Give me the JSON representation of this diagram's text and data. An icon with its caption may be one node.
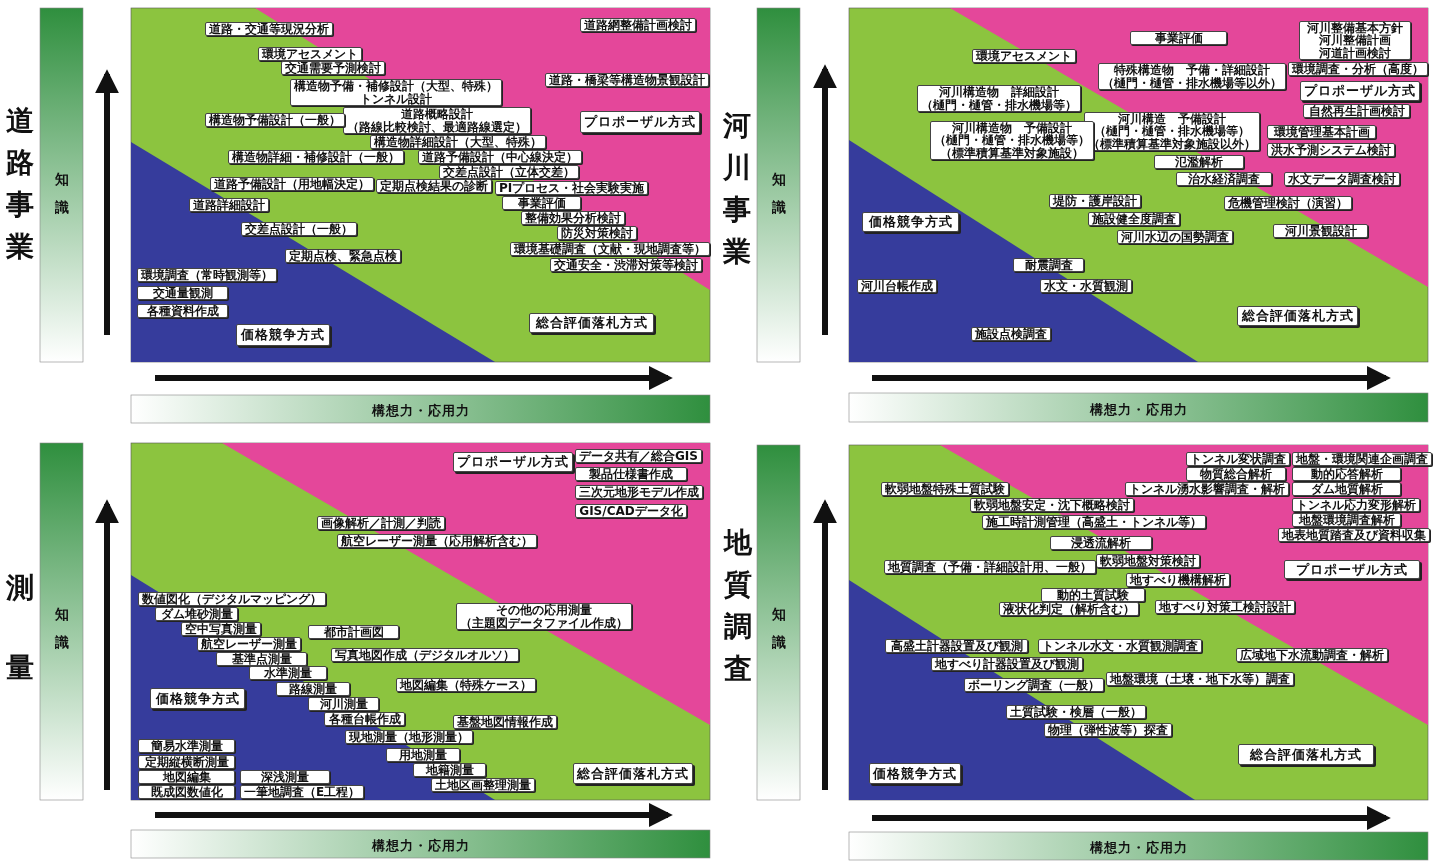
{
  "diagram": {
    "nodes": [
      {
        "text": [
          "道路・交通等現況分析"
        ]
      },
      {
        "text": [
          "道路網整備計画検討"
        ]
      },
      {
        "text": [
          "環境アセスメント"
        ]
      },
      {
        "text": [
          "交通需要予測検討"
        ]
      },
      {
        "text": [
          "道路・橋梁等構造物景観設計"
        ]
      },
      {
        "text": [
          "構造物予備・補修設計（大型、特殊）トンネル設計"
        ]
      },
      {
        "text": [
          "道路概略設計（路線比較検討、最適路線選定）"
        ]
      },
      {
        "text": [
          "構造物予備設計（一般）"
        ]
      },
      {
        "text": [
          "プロポーザル方式"
        ]
      },
      {
        "text": [
          "構造物詳細設計（大型、特殊）"
        ]
      },
      {
        "text": [
          "構造物詳細・補修設計（一般）"
        ]
      },
      {
        "text": [
          "道路予備設計（中心線決定）"
        ]
      },
      {
        "text": [
          "交差点設計（立体交差）"
        ]
      },
      {
        "text": [
          "PIプロセス・社会実験実施"
        ]
      },
      {
        "text": [
          "道路予備設計（用地幅決定）"
        ]
      },
      {
        "text": [
          "定期点検結果の診断"
        ]
      },
      {
        "text": [
          "事業評価"
        ]
      },
      {
        "text": [
          "道路詳細設計"
        ]
      },
      {
        "text": [
          "整備効果分析検討"
        ]
      },
      {
        "text": [
          "防災対策検討"
        ]
      },
      {
        "text": [
          "交差点設計（一般）"
        ]
      },
      {
        "text": [
          "環境基礎調査（文献・現地調査等）"
        ]
      },
      {
        "text": [
          "定期点検、緊急点検"
        ]
      },
      {
        "text": [
          "交通安全・渋滞対策等検討"
        ]
      },
      {
        "text": [
          "環境調査（常時観測等）"
        ]
      },
      {
        "text": [
          "交通量観測"
        ]
      },
      {
        "text": [
          "各種資料作成"
        ]
      },
      {
        "text": [
          "総合評価落札方式"
        ]
      },
      {
        "text": [
          "価格競争方式"
        ]
      },
      {
        "text": [
          "事業評価"
        ]
      },
      {
        "text": [
          "河川整備基本方針河川整備計画河道計画検討"
        ]
      },
      {
        "text": [
          "環境アセスメント"
        ]
      },
      {
        "text": [
          "環境調査・分析（高度）"
        ]
      },
      {
        "text": [
          "特殊構造物　予備・詳細設計（樋門・樋管・排水機場等以外）"
        ]
      },
      {
        "text": [
          "プロポーザル方式"
        ]
      },
      {
        "text": [
          "河川構造物　詳細設計（樋門・樋管・排水機場等）"
        ]
      },
      {
        "text": [
          "自然再生計画検討"
        ]
      },
      {
        "text": [
          "河川構造　予備設計（樋門・樋管・排水機場等）（標準積算基準対象施設以外）"
        ]
      },
      {
        "text": [
          "河川構造物　予備設計（樋門・樋管・排水機場等）（標準積算基準対象施設）"
        ]
      },
      {
        "text": [
          "環境管理基本計画"
        ]
      },
      {
        "text": [
          "洪水予測システム検討"
        ]
      },
      {
        "text": [
          "氾濫解析"
        ]
      },
      {
        "text": [
          "治水経済調査"
        ]
      },
      {
        "text": [
          "水文データ調査検討"
        ]
      },
      {
        "text": [
          "堤防・護岸設計"
        ]
      },
      {
        "text": [
          "危機管理検討（演習）"
        ]
      },
      {
        "text": [
          "施設健全度調査"
        ]
      },
      {
        "text": [
          "価格競争方式"
        ]
      },
      {
        "text": [
          "河川景観設計"
        ]
      },
      {
        "text": [
          "河川水辺の国勢調査"
        ]
      },
      {
        "text": [
          "耐震調査"
        ]
      },
      {
        "text": [
          "河川台帳作成"
        ]
      },
      {
        "text": [
          "水文・水質観測"
        ]
      },
      {
        "text": [
          "総合評価落札方式"
        ]
      },
      {
        "text": [
          "施設点検調査"
        ]
      },
      {
        "text": [
          "データ共有／総合GIS"
        ]
      },
      {
        "text": [
          "プロポーザル方式"
        ]
      },
      {
        "text": [
          "製品仕様書作成"
        ]
      },
      {
        "text": [
          "三次元地形モデル作成"
        ]
      },
      {
        "text": [
          "GIS/CADデータ化"
        ]
      },
      {
        "text": [
          "画像解析／計測／判読"
        ]
      },
      {
        "text": [
          "航空レーザー測量（応用解析含む）"
        ]
      },
      {
        "text": [
          "数値図化（デジタルマッピング）"
        ]
      },
      {
        "text": [
          "その他の応用測量（主題図データファイル作成）"
        ]
      },
      {
        "text": [
          "ダム堆砂測量"
        ]
      },
      {
        "text": [
          "空中写真測量"
        ]
      },
      {
        "text": [
          "都市計画図"
        ]
      },
      {
        "text": [
          "航空レーザー測量"
        ]
      },
      {
        "text": [
          "写真地図作成（デジタルオルソ）"
        ]
      },
      {
        "text": [
          "基準点測量"
        ]
      },
      {
        "text": [
          "水準測量"
        ]
      },
      {
        "text": [
          "地図編集（特殊ケース）"
        ]
      },
      {
        "text": [
          "路線測量"
        ]
      },
      {
        "text": [
          "価格競争方式"
        ]
      },
      {
        "text": [
          "河川測量"
        ]
      },
      {
        "text": [
          "各種台帳作成"
        ]
      },
      {
        "text": [
          "基盤地図情報作成"
        ]
      },
      {
        "text": [
          "現地測量（地形測量）"
        ]
      },
      {
        "text": [
          "簡易水準測量"
        ]
      },
      {
        "text": [
          "用地測量"
        ]
      },
      {
        "text": [
          "定期縦横断測量"
        ]
      },
      {
        "text": [
          "地籍測量"
        ]
      },
      {
        "text": [
          "総合評価落札方式"
        ]
      },
      {
        "text": [
          "地図編集"
        ]
      },
      {
        "text": [
          "深浅測量"
        ]
      },
      {
        "text": [
          "土地区画整理測量"
        ]
      },
      {
        "text": [
          "既成図数値化"
        ]
      },
      {
        "text": [
          "一筆地調査（E工程）"
        ]
      },
      {
        "text": [
          "トンネル変状調査"
        ]
      },
      {
        "text": [
          "地盤・環境関連企画調査"
        ]
      },
      {
        "text": [
          "物質総合解析"
        ]
      },
      {
        "text": [
          "動的応答解析"
        ]
      },
      {
        "text": [
          "軟弱地盤特殊土質試験"
        ]
      },
      {
        "text": [
          "トンネル湧水影響調査・解析"
        ]
      },
      {
        "text": [
          "ダム地質解析"
        ]
      },
      {
        "text": [
          "軟弱地盤安定・沈下概略検討"
        ]
      },
      {
        "text": [
          "トンネル応力変形解析"
        ]
      },
      {
        "text": [
          "地盤環境調査解析"
        ]
      },
      {
        "text": [
          "施工時計測管理（高盛土・トンネル等）"
        ]
      },
      {
        "text": [
          "地表地質踏査及び資料収集"
        ]
      },
      {
        "text": [
          "浸透流解析"
        ]
      },
      {
        "text": [
          "軟弱地盤対策検討"
        ]
      },
      {
        "text": [
          "地質調査（予備・詳細設計用、一般）"
        ]
      },
      {
        "text": [
          "プロポーザル方式"
        ]
      },
      {
        "text": [
          "地すべり機構解析"
        ]
      },
      {
        "text": [
          "動的土質試験"
        ]
      },
      {
        "text": [
          "地すべり対策工検討設計"
        ]
      },
      {
        "text": [
          "液状化判定（解析含む）"
        ]
      },
      {
        "text": [
          "高盛土計器設置及び観測"
        ]
      },
      {
        "text": [
          "トンネル水文・水質観測調査"
        ]
      },
      {
        "text": [
          "広域地下水流動調査・解析"
        ]
      },
      {
        "text": [
          "地すべり計器設置及び観測"
        ]
      },
      {
        "text": [
          "地盤環境（土壌・地下水等）調査"
        ]
      },
      {
        "text": [
          "ボーリング調査（一般）"
        ]
      },
      {
        "text": [
          "土質試験・検層（一般）"
        ]
      },
      {
        "text": [
          "物理（弾性波等）探査"
        ]
      },
      {
        "text": [
          "総合評価落札方式"
        ]
      },
      {
        "text": [
          "価格競争方式"
        ]
      }
    ],
    "labels": [
      "道路事業",
      "知識",
      "構想力・応用力",
      "河川事業",
      "知識",
      "構想力・応用力",
      "測量",
      "知識",
      "構想力・応用力",
      "地質調査",
      "知識",
      "構想力・応用力"
    ]
  }
}
